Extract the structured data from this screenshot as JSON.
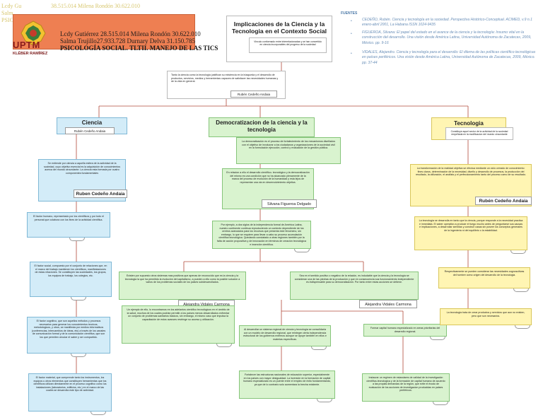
{
  "header": {
    "shadow_lines": [
      "Lcdy Gu",
      "Salm",
      "PSICOL"
    ],
    "shadow_tail": "38.515.014 Milena Rondón 30.622.010",
    "lines": [
      "Lcdy Gutiérrez 28.515.014 Milena Rondón 30.622.010",
      "Salma Trujillo27.933.728  Durnary Delva 31.150.785",
      "PSICOLOGÍA SOCIAL. TLTII. MANEJO DE LAS TICS"
    ],
    "logo_text": "UPTM",
    "logo_subtitle": "KLÉBER RAMÍREZ"
  },
  "central": {
    "title": "Implicaciones de la Ciencia y la Tecnologia en el Contexto Social",
    "sub": "Vinculo conformado entre interrelacionadas y se han convertido en ciencia incorporables del progreso de la sociedad"
  },
  "sources": {
    "title": "FUENTES",
    "items": [
      "CEDEÑO, Rubén. Ciencia y tecnología en la sociedad. Perspectiva Histórico-Conceptual. ACIMED, v.9 n.1 enero-abril 2001, La Habana  ISSN 1024-9435",
      "FIGUEROA, Silvana: El papel del estado en el avance de la ciencia y la tecnología: Insumo vital en la construcción del desarrollo. Una visión desde América Latina,  Universidad Autónoma de Zacatecas, 2009, México. pp. 9-16",
      "VIDALES, Alejandro. Ciencia y tecnología para el desarrollo: El dilema de las políticas científico tecnológicas en países periféricos.  Una visión desde América Latina, Universidad Autónoma de Zacatecas, 2009, México. pp. 37-44"
    ]
  },
  "intro": {
    "text": "Tanto la ciencia como la tecnología justifican su existencia en la búsqueda y el desarrollo de productos, servicios, medios y herramientas capaces de satisfacer las necesidades humanas y de la vida en general.",
    "author": "Rubén Cedeño Andaia"
  },
  "left": {
    "title": "Ciencia",
    "title_author": "Rubén Cedeño Andaia",
    "n1": "Se entiende por ciencia a aquella esfera de la actividad de la sociedad, cuyo objetivo esencial es la adquisición de conocimientos acerca del mundo circundante. La ciencia esta formada por cuatro componentes fundamentales",
    "n1_author": "Ruben Cedeño Andaia",
    "n2": "El factor humano, representado por los científicos y por todo el personal que colabora con los fines de la actividad científica.",
    "n3": "El factor social, compuesto por el conjunto de relaciones que, en el marco del trabajo mantienen los científicos, manifestaciones de estas relaciones. Se constituyen las sociedades, los grupos, los equipos de trabajo, los colegios, etc.",
    "n4": "El factor cognitivo, que son aquellos métodos y procesos necesarios para generar los conocimientos teoricos, metodologicos, y otros, se manifiesta por medios informativos (conferencias, intercambios de ideas, etc) a través de los canales de comunicación formal y de la comunicación científica, que son los que permiten circular el saber y ser compartido.",
    "n5": "El factor material, que comprende tanto los instrumentos, los equipos u otros elementos que constituyen herramientas que los científicos utilizan directamente en el proceso cognitivo como los instalaciones (laboratorios, edificios, etc.) en el marco de las cuales se desarrolla este tipo de actividad."
  },
  "middle": {
    "title": "Democratizacion de la ciencia y la tecnologia",
    "n1": "La democratización es el proceso de fortalecimiento de los mecanismos diseñados con el objetivo de involucrar a los ciudadanos y organizaciones de la sociedad civil en la formulación ejecución, control y evaluación de la gestión pública.",
    "n2": "En relacion a ello el desarrollo científico- tecnológico y la democratización del mismo es una condición que no ha alcanzado plenamente de la marca del proceso de evolución de la humanidad y esta lejos de representar una via en desenvolvimiento objetiva.",
    "n2_author": "Silvana Figueroa Delgado",
    "n3": "Por ejemplo, a dos siglos de la independencia formal de América Latina, nuestro continente continua reproduciendo un contexto dependiente de los centros avanzados para los recursos que presenta este fenomeno, sin embargo, lo que se requiere para llevar a cabo su proceso acumulación científica tecnológica. Quedando constatado a otras regiones también por la falta de acción propositiva y de innovación en términos de creación tecnológica e inserción científica.",
    "n4a": "Existen por supuesto otros sistemas mas positivos que apenas de reconocido que es la ciencia y la tecnologia la que ha permitido la evolución del capitalismo, a pueden a ello como la posible solución a varios de los problemas sociales de los paises subdesarrollados.",
    "n4a_author": "Alejandra Vidales Carmona",
    "n4b": "Sea en el sentido positivo o negativo de la relación, es indudable que la ciencia y la tecnología se consideran una de las piedras de la producción y que en consecuencia sus funcionamiento independiente es indispensable para su democratización. Por tanto entre estas acciones se detiene.",
    "n4b_author": "Alejandra Vidales Carmona",
    "n5a": "Un ejemplo de ello, lo encontramos en los adelantos científico tecnológicos en el ámbito de la salud, muchos de los cuales podrian permitir a los países menos desarrollados enfrentar un conjunto de problemas sanitarios basicos, sin embargo, el mismo caso que impulsa la capacitación de estos avances restringe su acceso y utilización.",
    "n5b": "Al desarrollar un sistema regional de ciencia y tecnología se consolidaría con un modelo de desarrollo regional, que reintegre cierta independencia estructural de los gobiernos externos aunque se apoye también en ellos e materias específicas.",
    "n5c": "Formar capital humano especializado en areas prioritarias del desarrollo regional.",
    "n6a": "Fortalecer las estructuras nacionales de educación superior, especialmente en los países con mayor desigualdad. La inversión en la formación de capital humano especializado es un puente entre el empleo de éxito fundamentando, ya que de lo contrario solo aumentara la brecha existente.",
    "n6b": "Instaurar un regimen de estandares de calidad de la investigación científica-tecnologica y de la formación de capital humano de acuerdo a las propias demandas de la región, que evite el éxodo de evaluación de los acciones de investigacion producidas en paises periféricos."
  },
  "right": {
    "title": "Tecnologia",
    "title_sub": "Constituye aquel sector de la actividad de la sociedad empeñada en la modificacion del mundo circundante",
    "n1": "La transformación de la realidad objetiva se efectua mediante un ciclo cerrado de conocimiento: fines claros, determinación de la necesidad, diseño y desarrollo de procesos, la producción del resultado, la utilización, el análisis y el perfeccionamiento tanto del proceso como de su resultado.",
    "n1_author": "Rubén Cedeño Andaia",
    "n2": "La tecnologia se desarrolla en tanto que la ciencia, porque responde a la necesidad practica e inmediata. El saber operativo a producir el fuego mucho antes de preguntarse sus causas e implicaciones, a desarrollar semillas y construir casas sin poseer los conceptos generales de la ingeniería ni del equilibrio o la estabilidad.",
    "n3": "Respectivamente se pueden considerar las necesidades cognoscitivas del hombre como origen del desarrollo de la tecnologia.",
    "n4": "La tecnologia trata de crear productos y servicios que aun no existen, pero que son necesarios."
  }
}
